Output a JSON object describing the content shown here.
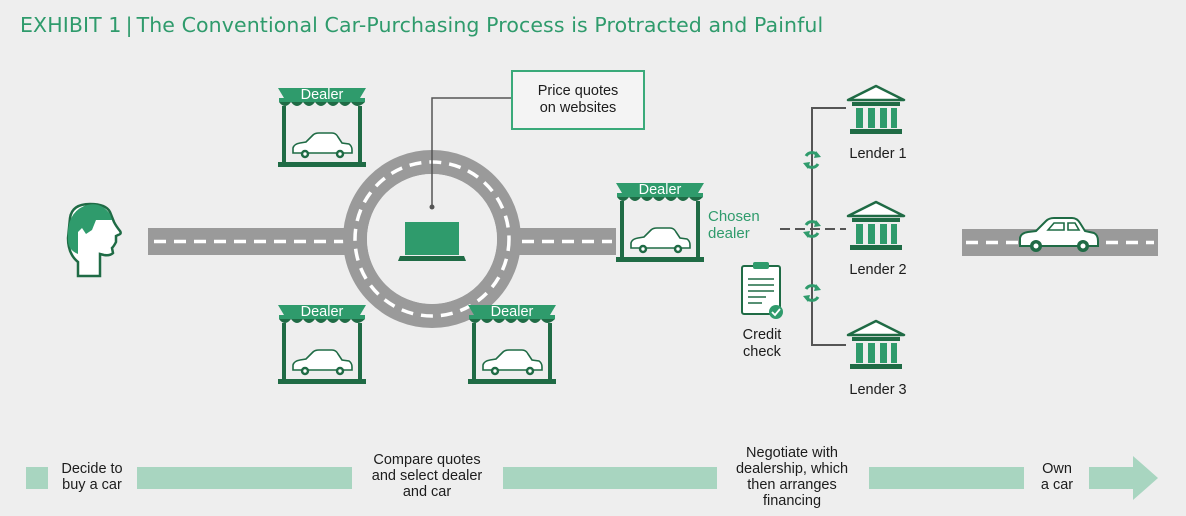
{
  "title": {
    "exhibit": "EXHIBIT 1",
    "separator": "|",
    "text": "The Conventional Car-Purchasing Process is Protracted and Painful"
  },
  "dealer_label": "Dealer",
  "price_quotes": "Price quotes\non websites",
  "chosen_dealer": "Chosen\ndealer",
  "credit_check": "Credit\ncheck",
  "lenders": [
    "Lender 1",
    "Lender 2",
    "Lender 3"
  ],
  "steps": [
    "Decide to\nbuy a car",
    "Compare quotes\nand select dealer\nand car",
    "Negotiate with\ndealership, which\nthen arranges\nfinancing",
    "Own\na car"
  ],
  "colors": {
    "green": "#2f9b6c",
    "dark_green": "#1f6b45",
    "road": "#9a9a9a",
    "timeline": "#a8d5c0",
    "background": "#eeeeee"
  }
}
